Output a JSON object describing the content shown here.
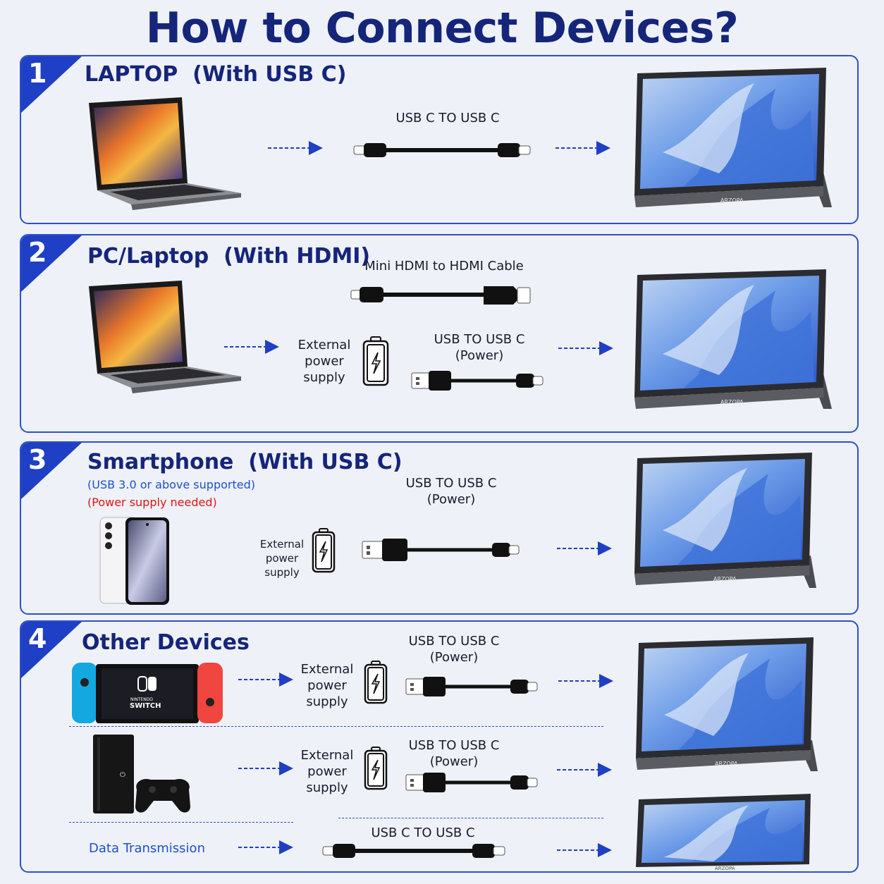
{
  "title": "How to Connect Devices?",
  "colors": {
    "accent": "#1f3fc4",
    "title": "#15257a",
    "red": "#e01515",
    "blue": "#1d4fd0"
  },
  "monitor_brand": "ARZOPA",
  "power_label": [
    "External",
    "power",
    "supply"
  ],
  "sections": [
    {
      "number": "1",
      "title": "LAPTOP",
      "subtitle": "(With USB C)",
      "cable": "USB C TO USB C"
    },
    {
      "number": "2",
      "title": "PC/Laptop",
      "subtitle": "(With HDMI)",
      "cable": "Mini HDMI to HDMI Cable",
      "power_cable": [
        "USB TO USB C",
        "(Power)"
      ]
    },
    {
      "number": "3",
      "title": "Smartphone",
      "subtitle": "(With USB C)",
      "note1": "(USB 3.0 or above supported)",
      "note2": "(Power supply needed)",
      "power_cable": [
        "USB TO USB C",
        "(Power)"
      ]
    },
    {
      "number": "4",
      "title": "Other Devices",
      "power_cable": [
        "USB TO USB C",
        "(Power)"
      ],
      "data_label": "Data Transmission",
      "data_cable": "USB C TO USB C",
      "switch_logo": [
        "NINTENDO",
        "SWITCH"
      ]
    }
  ]
}
